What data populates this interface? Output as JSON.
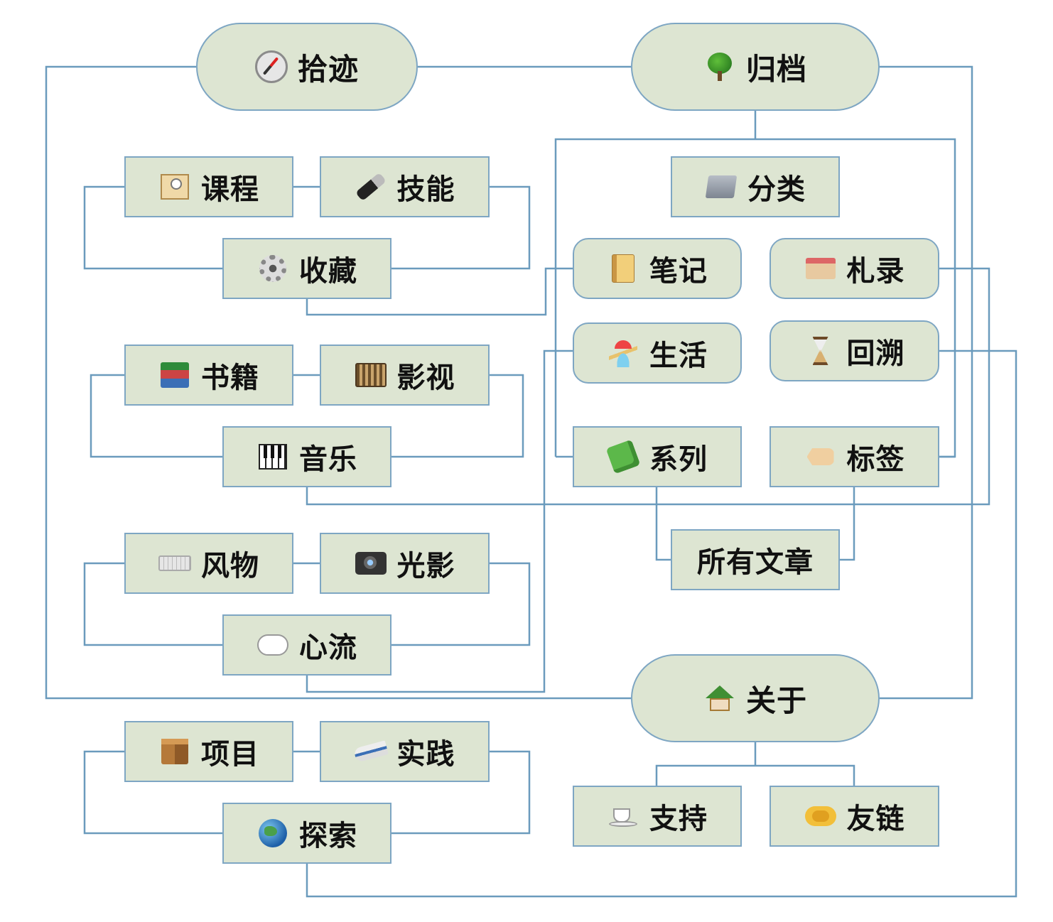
{
  "nodes": {
    "shiji": {
      "label": "拾迹",
      "icon": "compass-icon"
    },
    "guidang": {
      "label": "归档",
      "icon": "tree-icon"
    },
    "kecheng": {
      "label": "课程",
      "icon": "school-icon"
    },
    "jineng": {
      "label": "技能",
      "icon": "flashlight-icon"
    },
    "fenlei": {
      "label": "分类",
      "icon": "folder-icon"
    },
    "shoucang": {
      "label": "收藏",
      "icon": "gear-icon"
    },
    "biji": {
      "label": "笔记",
      "icon": "notebook-icon"
    },
    "zhalu": {
      "label": "札录",
      "icon": "card-file-box-icon"
    },
    "shenghuo": {
      "label": "生活",
      "icon": "beach-umbrella-icon"
    },
    "huisu": {
      "label": "回溯",
      "icon": "hourglass-icon"
    },
    "shuji": {
      "label": "书籍",
      "icon": "books-icon"
    },
    "yingshi": {
      "label": "影视",
      "icon": "film-strip-icon"
    },
    "yinyue": {
      "label": "音乐",
      "icon": "piano-keys-icon"
    },
    "xilie": {
      "label": "系列",
      "icon": "puzzle-piece-icon"
    },
    "biaoqian": {
      "label": "标签",
      "icon": "tag-icon"
    },
    "suoyou": {
      "label": "所有文章"
    },
    "fengwu": {
      "label": "风物",
      "icon": "keyboard-icon"
    },
    "guangying": {
      "label": "光影",
      "icon": "camera-flash-icon"
    },
    "xinliu": {
      "label": "心流",
      "icon": "thought-bubble-icon"
    },
    "guanyu": {
      "label": "关于",
      "icon": "house-with-garden-icon"
    },
    "xiangmu": {
      "label": "项目",
      "icon": "package-icon"
    },
    "shijian": {
      "label": "实践",
      "icon": "bullet-train-icon"
    },
    "tansuo": {
      "label": "探索",
      "icon": "globe-icon"
    },
    "zhichi": {
      "label": "支持",
      "icon": "coffee-icon"
    },
    "youlian": {
      "label": "友链",
      "icon": "handshake-icon"
    }
  },
  "colors": {
    "node_fill": "#dde5d2",
    "node_border": "#7ea6c3",
    "connector": "#6b9bbd"
  }
}
